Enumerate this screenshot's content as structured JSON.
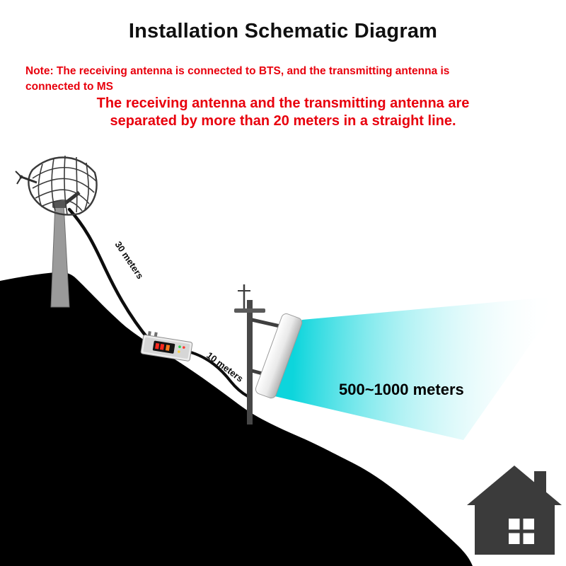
{
  "title": "Installation Schematic Diagram",
  "note": {
    "line1": "Note: The receiving antenna is connected to BTS, and the transmitting antenna is",
    "line2": "connected to MS"
  },
  "emphasis": {
    "line1": "The receiving antenna and the transmitting antenna are",
    "line2": "separated by more than 20 meters in a straight line."
  },
  "diagram": {
    "cable_bts_label": "30 meters",
    "cable_ms_label": "10 meters",
    "coverage_label": "500~1000 meters",
    "icons": {
      "receiving_antenna": "grid-parabolic-antenna-icon",
      "repeater": "signal-repeater-icon",
      "transmitting_antenna": "panel-antenna-icon",
      "signal_beam": "coverage-beam-shape",
      "house": "house-icon",
      "hill": "hillside-silhouette"
    },
    "colors": {
      "note_red": "#e8000d",
      "beam_cyan": "#00d3da",
      "hill_black": "#000000",
      "house_gray": "#3b3b3b"
    }
  }
}
